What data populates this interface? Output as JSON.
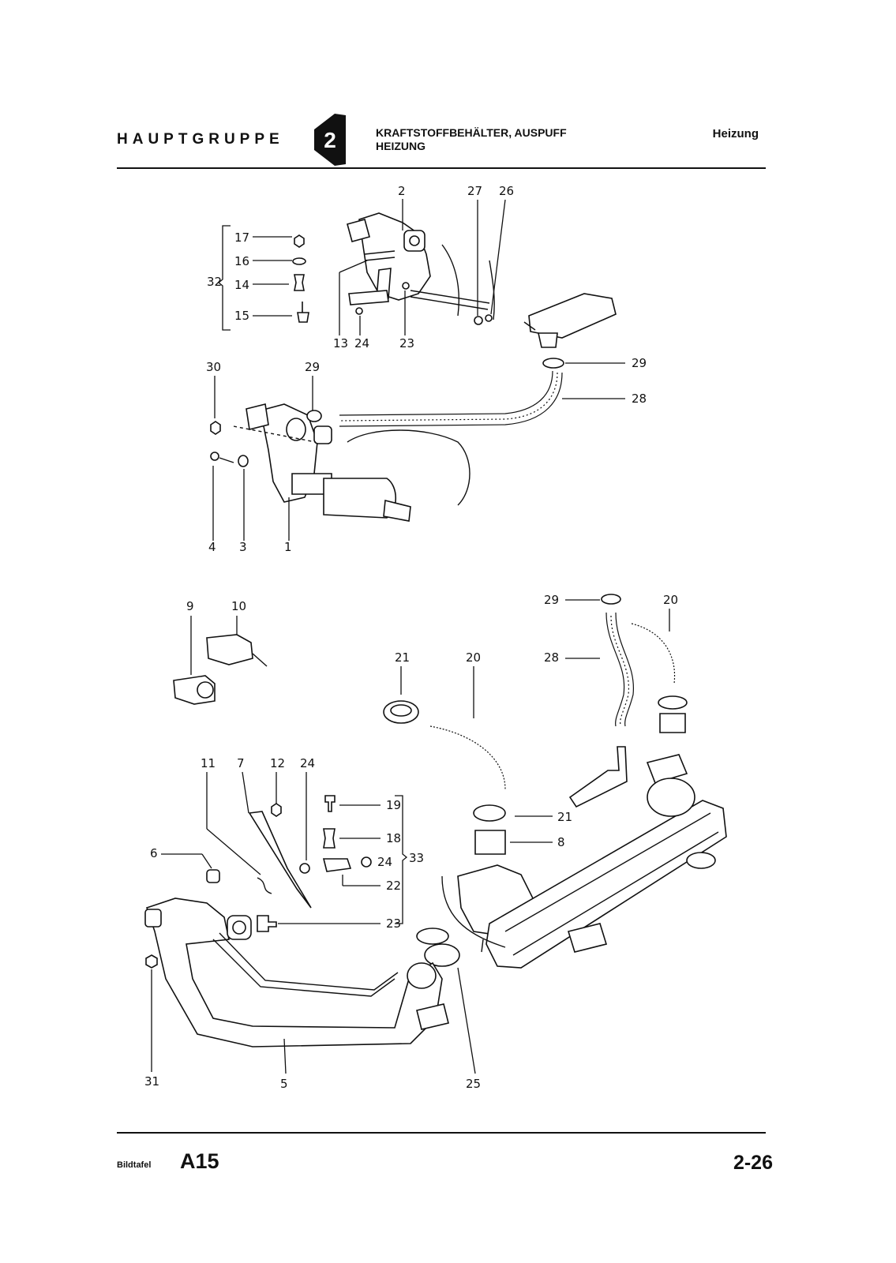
{
  "header": {
    "group_label": "HAUPTGRUPPE",
    "group_number": "2",
    "title_line1": "KRAFTSTOFFBEHÄLTER, AUSPUFF",
    "title_line2": "HEIZUNG",
    "section": "Heizung"
  },
  "footer": {
    "plate_label": "Bildtafel",
    "plate_code": "A15",
    "page_number": "2-26"
  },
  "callouts": [
    "1",
    "2",
    "3",
    "4",
    "5",
    "6",
    "7",
    "8",
    "9",
    "10",
    "11",
    "12",
    "13",
    "14",
    "15",
    "16",
    "17",
    "18",
    "19",
    "20",
    "21",
    "22",
    "23",
    "24",
    "25",
    "26",
    "27",
    "28",
    "29",
    "30",
    "31",
    "32",
    "33"
  ],
  "groups": [
    {
      "number": "32",
      "members": [
        "17",
        "16",
        "14",
        "15"
      ]
    },
    {
      "number": "33",
      "members": [
        "19",
        "18",
        "24",
        "22",
        "23"
      ]
    }
  ]
}
